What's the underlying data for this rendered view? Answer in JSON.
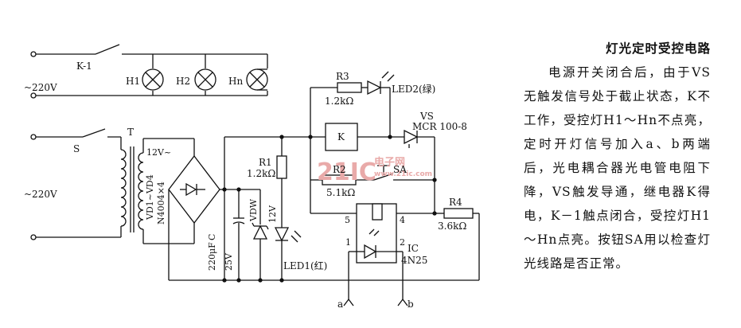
{
  "labels": {
    "k1": "K-1",
    "ac_top": "~220V",
    "h1": "H1",
    "h2": "H2",
    "hn": "Hn",
    "s": "S",
    "t": "T",
    "ac_bottom": "~220V",
    "v12ac": "12V~",
    "vd": "VD1~VD4",
    "n4004": "N4004×4",
    "cap": "220μF",
    "cap_c": "C",
    "cap_v": "25V",
    "vdw": "VDW",
    "vdw_v": "12V",
    "r1": "R1",
    "r1_val": "1.2kΩ",
    "led1": "LED1(红)",
    "r3": "R3",
    "r3_val": "1.2kΩ",
    "led2": "LED2(绿)",
    "k": "K",
    "vs": "VS",
    "mcr": "MCR 100-8",
    "r2": "R2",
    "r2_val": "5.1kΩ",
    "sa": "SA",
    "r4": "R4",
    "r4_val": "3.6kΩ",
    "pin5": "5",
    "pin4": "4",
    "pin1": "1",
    "pin2": "2",
    "ic": "IC",
    "ic_part": "4N25",
    "a": "a",
    "b": "b"
  },
  "watermark": {
    "main": "21IC",
    "cn": "电子网",
    "en": "www.21ic.com"
  },
  "description": {
    "title": "灯光定时受控电路",
    "text": "电源开关闭合后，由于VS无触发信号处于截止状态，K不工作，受控灯H1～Hn不点亮，定时开灯信号加入a、b两端后，光电耦合器光电管电阻下降，VS触发导通，继电器K得电，K－1触点闭合，受控灯H1～Hn点亮。按钮SA用以检查灯光线路是否正常。"
  }
}
